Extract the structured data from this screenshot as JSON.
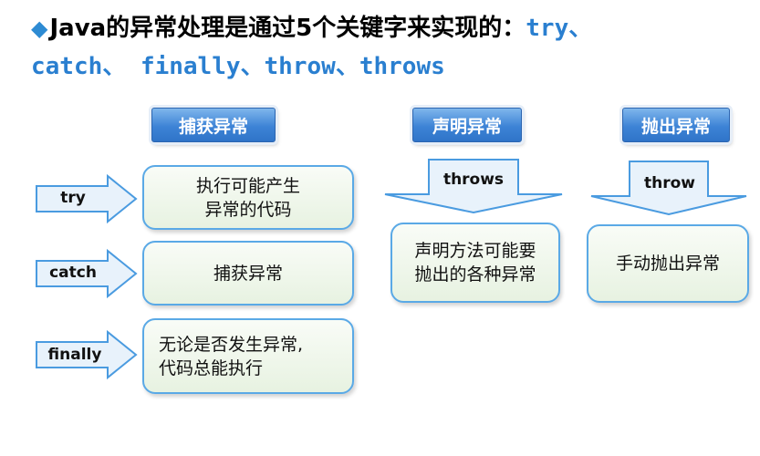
{
  "title": {
    "bullet": "◆",
    "text": "Java的异常处理是通过5个关键字来实现的：",
    "keywords": [
      "try",
      "catch",
      "finally",
      "throw",
      "throws"
    ],
    "separators": [
      "、",
      "、 ",
      "、",
      "、"
    ]
  },
  "headers": {
    "catch_exception": "捕获异常",
    "declare_exception": "声明异常",
    "throw_exception": "抛出异常"
  },
  "left_rows": [
    {
      "keyword": "try",
      "description": "执行可能产生\n异常的代码"
    },
    {
      "keyword": "catch",
      "description": "捕获异常"
    },
    {
      "keyword": "finally",
      "description": "无论是否发生异常,\n代码总能执行"
    }
  ],
  "throws_col": {
    "keyword": "throws",
    "description": "声明方法可能要\n抛出的各种异常"
  },
  "throw_col": {
    "keyword": "throw",
    "description": "手动抛出异常"
  },
  "colors": {
    "accent_blue": "#2a7fd0",
    "header_blue": "#3d83d6",
    "card_border": "#5aa9e6",
    "card_fill": "#e7f2e1",
    "arrow_fill": "#e8f2fb",
    "arrow_stroke": "#4a9be0"
  },
  "icons": {
    "bullet": "diamond-bullet-icon",
    "arrow_right": "right-arrow-icon",
    "arrow_down": "down-arrow-icon"
  }
}
